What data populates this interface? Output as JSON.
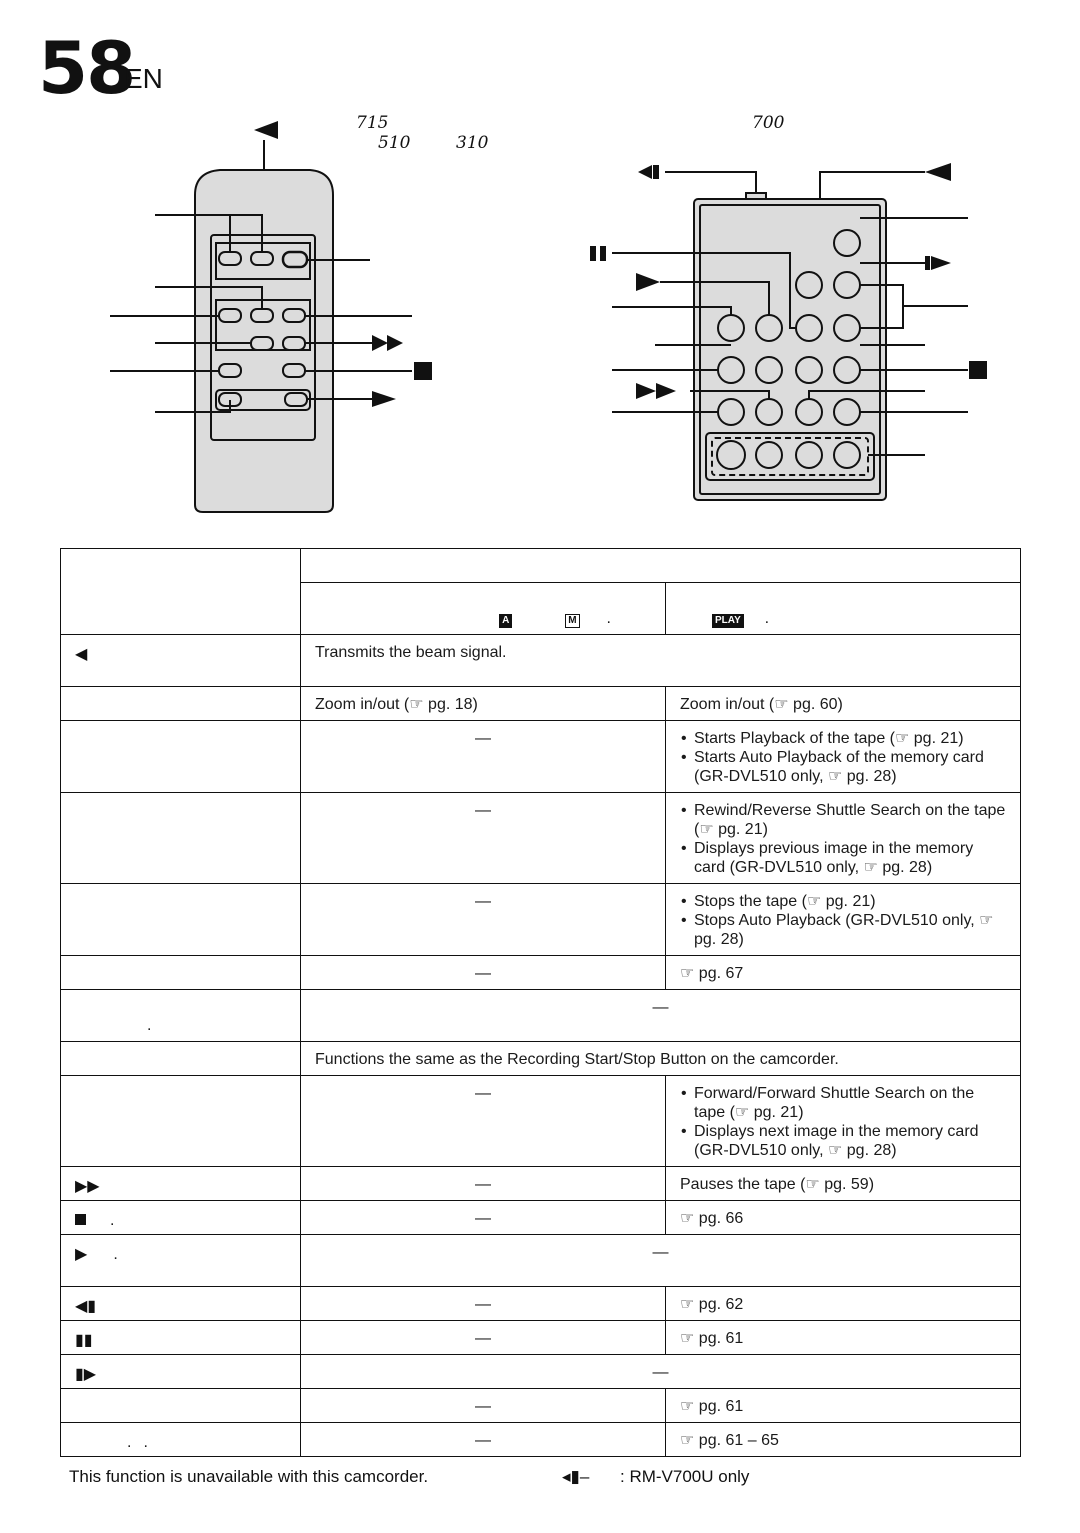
{
  "header": {
    "page_number": "58",
    "page_suffix": "EN",
    "left_models_line1": "715",
    "left_models_line2a": "510",
    "left_models_line2b": "310",
    "right_model": "700"
  },
  "table": {
    "mode_a": "A",
    "mode_m": "M",
    "mode_play": "PLAY",
    "dot": ".",
    "dash": "—",
    "rows": [
      {
        "span": "Transmits the beam signal."
      },
      {
        "c1": "Zoom in/out (☞ pg. 18)",
        "c2": "Zoom in/out (☞ pg. 60)"
      },
      {
        "c1": "—",
        "c2": [
          "Starts Playback of the tape (☞ pg. 21)",
          "Starts Auto Playback of the memory card (GR-DVL510 only, ☞ pg. 28)"
        ]
      },
      {
        "c1": "—",
        "c2": [
          "Rewind/Reverse Shuttle Search on the tape (☞ pg. 21)",
          "Displays previous image in the memory card (GR-DVL510 only, ☞ pg. 28)"
        ]
      },
      {
        "c1": "—",
        "c2": [
          "Stops the tape (☞ pg. 21)",
          "Stops Auto Playback (GR-DVL510 only, ☞ pg. 28)"
        ]
      },
      {
        "c1": "—",
        "c2": "☞ pg. 67"
      },
      {
        "span": "—"
      },
      {
        "span": "Functions the same as the Recording Start/Stop Button on the camcorder."
      },
      {
        "c1": "—",
        "c2": [
          "Forward/Forward Shuttle Search on the tape (☞ pg. 21)",
          "Displays next image in the memory card (GR-DVL510 only, ☞ pg. 28)"
        ]
      },
      {
        "c1": "—",
        "c2": "Pauses the tape (☞ pg. 59)"
      },
      {
        "c1": "—",
        "c2": "☞ pg. 66"
      },
      {
        "span": "—"
      },
      {
        "c1": "—",
        "c2": "☞ pg. 62"
      },
      {
        "c1": "—",
        "c2": "☞ pg. 61"
      },
      {
        "span": "—"
      },
      {
        "c1": "—",
        "c2": "☞ pg. 61"
      },
      {
        "c1": "—",
        "c2": "☞ pg. 61 – 65"
      }
    ]
  },
  "footer": {
    "note": "This function is unavailable with this camcorder.",
    "legend_symbol": "◂▮–",
    "legend_text": ": RM-V700U only"
  },
  "icons": [
    "beam-arrow-icon",
    "fast-forward-icon",
    "stop-icon",
    "play-icon",
    "slow-rewind-icon",
    "pause-icon",
    "slow-forward-icon"
  ]
}
